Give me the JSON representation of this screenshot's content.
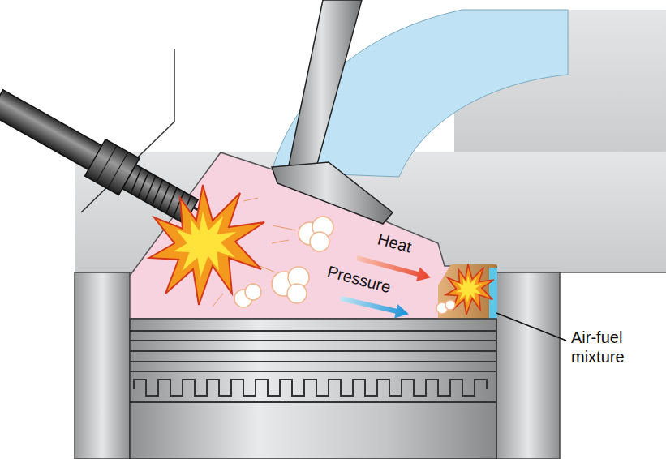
{
  "diagram": {
    "labels": [
      "Heat",
      "Pressure",
      "Air-fuel mixture"
    ]
  }
}
